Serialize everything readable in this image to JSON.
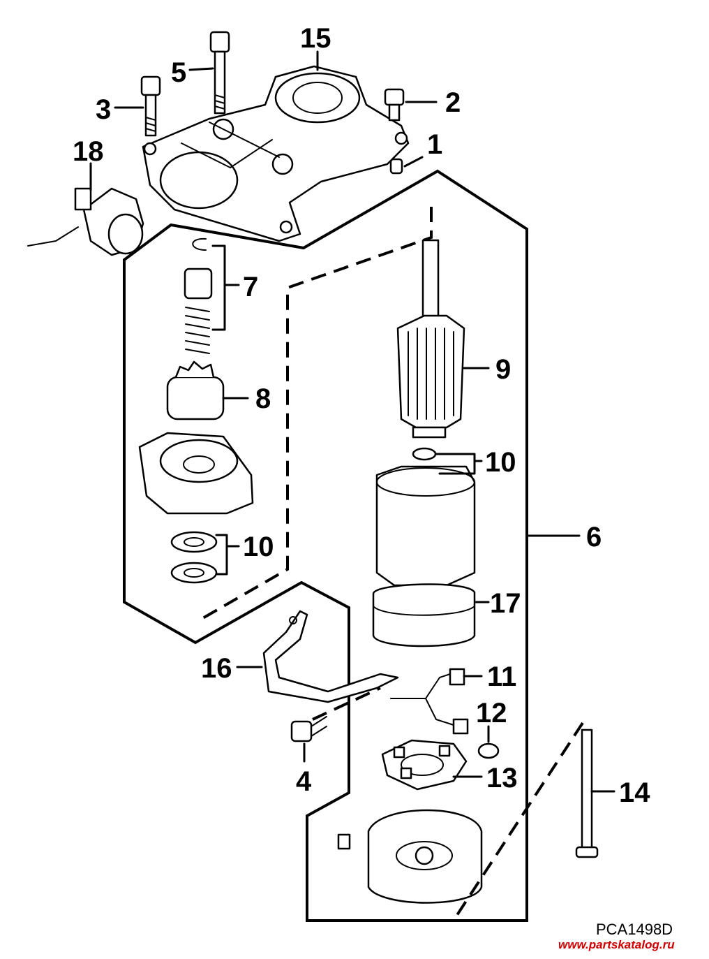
{
  "diagram": {
    "callouts": {
      "c1": "1",
      "c2": "2",
      "c3": "3",
      "c4": "4",
      "c5": "5",
      "c6": "6",
      "c7": "7",
      "c8": "8",
      "c9": "9",
      "c10a": "10",
      "c10b": "10",
      "c11": "11",
      "c12": "12",
      "c13": "13",
      "c14": "14",
      "c15": "15",
      "c16": "16",
      "c17": "17",
      "c18": "18"
    },
    "figure_code": "PCA1498D",
    "watermark": "www.partskatalog.ru",
    "colors": {
      "line": "#000000",
      "background": "#ffffff",
      "watermark": "#cc0000"
    }
  }
}
